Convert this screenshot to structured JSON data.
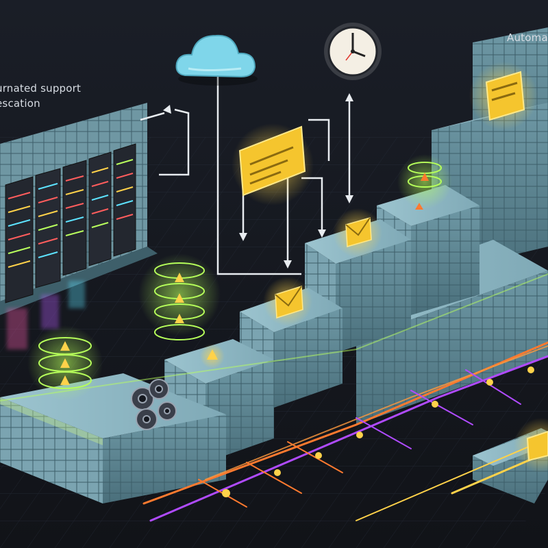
{
  "scene": {
    "left_caption_line1": "urnated support",
    "left_caption_line2": "escation",
    "right_caption": "Automat"
  },
  "colors": {
    "background": "#15181f",
    "block_top": "#8fb8c4",
    "block_side": "#5f8996",
    "alert_yellow": "#f5c52e",
    "neon_orange": "#ff7a2f",
    "neon_purple": "#b04bff",
    "cloud": "#7fd6ea",
    "server_rack": "#2a2e38"
  },
  "icons": [
    "cloud-icon",
    "clock-icon",
    "envelope-icon",
    "warning-icon",
    "gear-icon",
    "server-rack-icon"
  ]
}
